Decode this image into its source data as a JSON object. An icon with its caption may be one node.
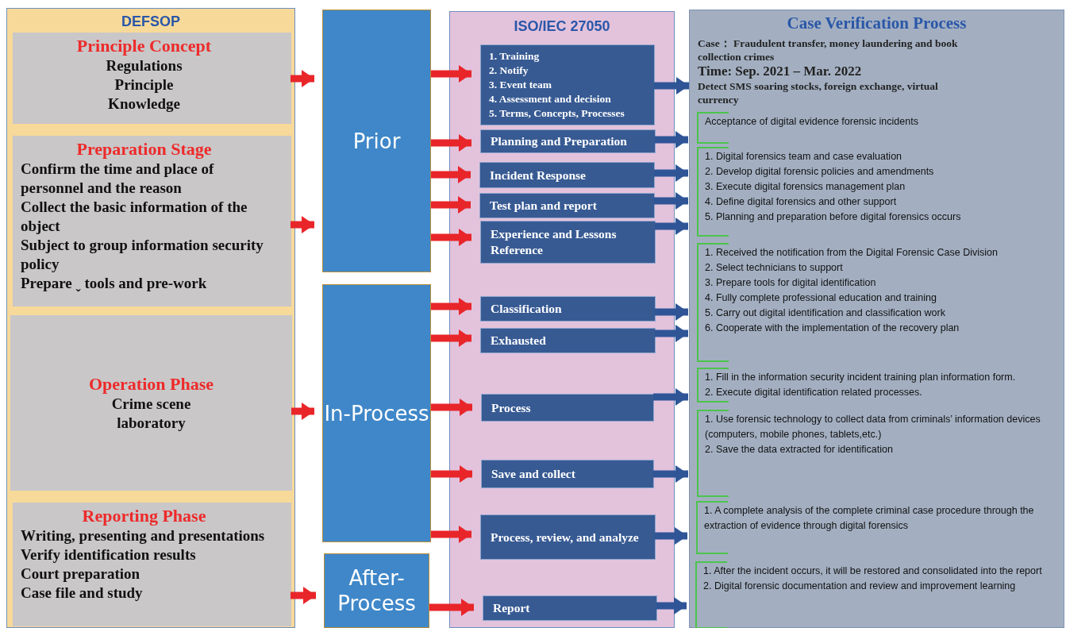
{
  "diagram": {
    "nodes": [
      {
        "text": [
          "DEFSOP"
        ]
      },
      {
        "text": [
          "Principle Concept",
          "Regulations",
          "Principle",
          "Knowledge"
        ],
        "in": 0
      },
      {
        "text": [
          "Preparation Stage",
          "Confirm the time and place of personnel and the reason",
          "Collect the basic information of the object",
          "Subject to group information security policy",
          "Prepare ˬ tools and pre-work"
        ],
        "in": 0
      },
      {
        "text": [
          "Operation Phase",
          "Crime scene",
          "laboratory"
        ],
        "in": 0
      },
      {
        "text": [
          "Reporting Phase",
          "Writing, presenting and presentations",
          "Verify identification results",
          "Court preparation",
          "Case file and study"
        ],
        "in": 0
      },
      {
        "text": [
          "Prior"
        ]
      },
      {
        "text": [
          "In-Process"
        ]
      },
      {
        "text": [
          "After-Process"
        ]
      },
      {
        "text": [
          "ISO/IEC 27050"
        ]
      },
      {
        "text": [
          "1. Training",
          "2. Notify",
          "3. Event team",
          "4. Assessment and decision",
          "5. Terms, Concepts, Processes"
        ],
        "in": 8
      },
      {
        "text": [
          "Planning and Preparation"
        ],
        "in": 8
      },
      {
        "text": [
          "Incident Response"
        ],
        "in": 8
      },
      {
        "text": [
          "Test plan and report"
        ],
        "in": 8
      },
      {
        "text": [
          "Experience and Lessons Reference"
        ],
        "in": 8
      },
      {
        "text": [
          "Classification"
        ],
        "in": 8
      },
      {
        "text": [
          "Exhausted"
        ],
        "in": 8
      },
      {
        "text": [
          "Process"
        ],
        "in": 8
      },
      {
        "text": [
          "Save and collect"
        ],
        "in": 8
      },
      {
        "text": [
          "Process, review, and analyze"
        ],
        "in": 8
      },
      {
        "text": [
          "Report"
        ],
        "in": 8
      },
      {
        "text": [
          "Case Verification Process"
        ]
      },
      {
        "text": [
          "Case： Fraudulent transfer, money laundering and book collection crimes",
          "Time: Sep. 2021 – Mar. 2022",
          "Detect SMS soaring stocks, foreign exchange, virtual currency"
        ],
        "in": 20
      },
      {
        "text": [
          "Acceptance of digital evidence forensic incidents"
        ],
        "in": 20
      },
      {
        "text": [
          "1. Digital forensics team and case evaluation",
          "2. Develop digital forensic policies and amendments",
          "3. Execute digital forensics management plan",
          "4. Define digital forensics and other support",
          "5. Planning and preparation before digital forensics occurs"
        ],
        "in": 20
      },
      {
        "text": [
          "1. Received the notification from the Digital Forensic Case Division",
          "2. Select technicians to support",
          "3. Prepare tools for digital identification",
          "4. Fully complete professional education and training",
          "5. Carry out digital identification and classification work",
          "6. Cooperate with the implementation of the recovery plan"
        ],
        "in": 20
      },
      {
        "text": [
          "1. Fill in the information security incident training plan information form.",
          "2. Execute digital identification related processes."
        ],
        "in": 20
      },
      {
        "text": [
          "1. Use forensic technology to collect data from criminals’ information devices (computers, mobile phones, tablets,etc.)",
          "2. Save the data extracted for identification"
        ],
        "in": 20
      },
      {
        "text": [
          "1. A complete analysis of the complete criminal case procedure through the extraction of evidence through digital forensics"
        ],
        "in": 20
      },
      {
        "text": [
          "1. After the incident occurs, it will be restored and consolidated into the report",
          "2. Digital forensic documentation and review and improvement learning"
        ],
        "in": 20
      }
    ],
    "edges": [
      {
        "from": 1,
        "to": 5,
        "arrow": "to"
      },
      {
        "from": 2,
        "to": 5,
        "arrow": "to"
      },
      {
        "from": 3,
        "to": 6,
        "arrow": "to"
      },
      {
        "from": 4,
        "to": 7,
        "arrow": "to"
      },
      {
        "from": 5,
        "to": 9,
        "arrow": "to"
      },
      {
        "from": 5,
        "to": 10,
        "arrow": "to"
      },
      {
        "from": 5,
        "to": 11,
        "arrow": "to"
      },
      {
        "from": 5,
        "to": 12,
        "arrow": "to"
      },
      {
        "from": 5,
        "to": 13,
        "arrow": "to"
      },
      {
        "from": 6,
        "to": 14,
        "arrow": "to"
      },
      {
        "from": 6,
        "to": 15,
        "arrow": "to"
      },
      {
        "from": 6,
        "to": 16,
        "arrow": "to"
      },
      {
        "from": 6,
        "to": 17,
        "arrow": "to"
      },
      {
        "from": 6,
        "to": 18,
        "arrow": "to"
      },
      {
        "from": 7,
        "to": 19,
        "arrow": "to"
      },
      {
        "from": 9,
        "to": 21,
        "arrow": "to",
        "color": "#2f5597"
      },
      {
        "from": 10,
        "to": 22,
        "arrow": "to",
        "color": "#2f5597"
      },
      {
        "from": 11,
        "to": 23,
        "arrow": "to",
        "color": "#2f5597"
      },
      {
        "from": 12,
        "to": 23,
        "arrow": "to",
        "color": "#2f5597"
      },
      {
        "from": 13,
        "to": 23,
        "arrow": "to",
        "color": "#2f5597"
      },
      {
        "from": 14,
        "to": 24,
        "arrow": "to",
        "color": "#2f5597"
      },
      {
        "from": 15,
        "to": 24,
        "arrow": "to",
        "color": "#2f5597"
      },
      {
        "from": 16,
        "to": 25,
        "arrow": "to",
        "color": "#2f5597"
      },
      {
        "from": 17,
        "to": 26,
        "arrow": "to",
        "color": "#2f5597"
      },
      {
        "from": 18,
        "to": 27,
        "arrow": "to",
        "color": "#2f5597"
      },
      {
        "from": 19,
        "to": 28,
        "arrow": "to",
        "color": "#2f5597"
      }
    ]
  }
}
